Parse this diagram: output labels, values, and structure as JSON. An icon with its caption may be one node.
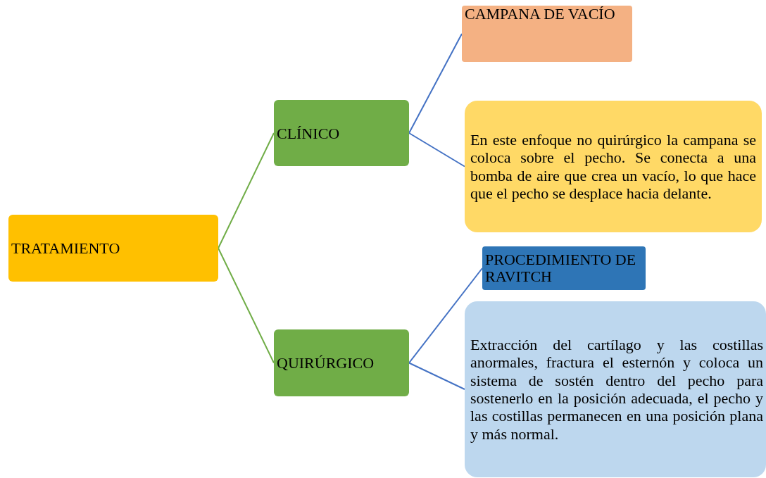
{
  "diagram": {
    "nodes": [
      {
        "text": [
          "TRATAMIENTO"
        ]
      },
      {
        "text": [
          "CLÍNICO"
        ]
      },
      {
        "text": [
          "QUIRÚRGICO"
        ]
      },
      {
        "text": [
          "CAMPANA DE VACÍO"
        ]
      },
      {
        "text": [
          "En este enfoque no quirúrgico la campana se coloca sobre el pecho. Se conecta a una bomba de aire que crea un vacío, lo que hace que el pecho se desplace hacia delante."
        ]
      },
      {
        "text": [
          "PROCEDIMIENTO DE RAVITCH"
        ]
      },
      {
        "text": [
          "Extracción del cartílago y las costillas anormales, fractura el esternón y coloca un sistema de sostén dentro del pecho para sostenerlo en la posición adecuada, el pecho y las costillas permanecen en una posición plana y más normal."
        ]
      }
    ],
    "edges": [
      {
        "from": 0,
        "to": 1,
        "arrow": "none",
        "color": "#70ad47"
      },
      {
        "from": 0,
        "to": 2,
        "arrow": "none",
        "color": "#70ad47"
      },
      {
        "from": 1,
        "to": 3,
        "arrow": "none"
      },
      {
        "from": 1,
        "to": 4,
        "arrow": "none"
      },
      {
        "from": 2,
        "to": 5,
        "arrow": "none"
      },
      {
        "from": 2,
        "to": 6,
        "arrow": "none"
      }
    ]
  }
}
